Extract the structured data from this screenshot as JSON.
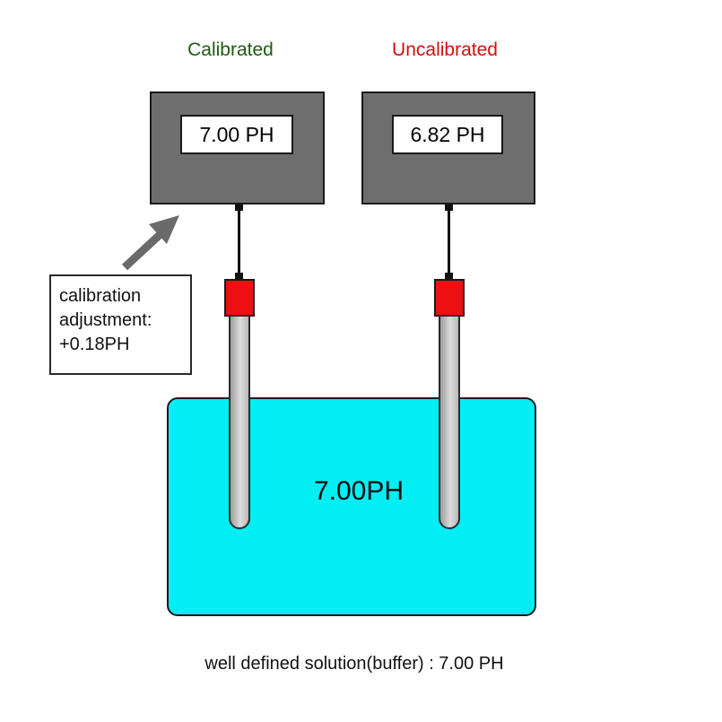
{
  "meters": {
    "calibrated": {
      "title": "Calibrated",
      "reading": "7.00 PH",
      "title_color": "#1f5a12"
    },
    "uncalibrated": {
      "title": "Uncalibrated",
      "reading": "6.82 PH",
      "title_color": "#d01010"
    }
  },
  "callout": {
    "line1": "calibration",
    "line2": "adjustment:",
    "line3": "+0.18PH"
  },
  "solution": {
    "value": "7.00PH",
    "color": "#00eef4"
  },
  "caption": "well defined solution(buffer) : 7.00 PH",
  "colors": {
    "meter_body": "#6e6e6e",
    "probe_cap": "#ee1010",
    "arrow": "#6a6a6a"
  }
}
